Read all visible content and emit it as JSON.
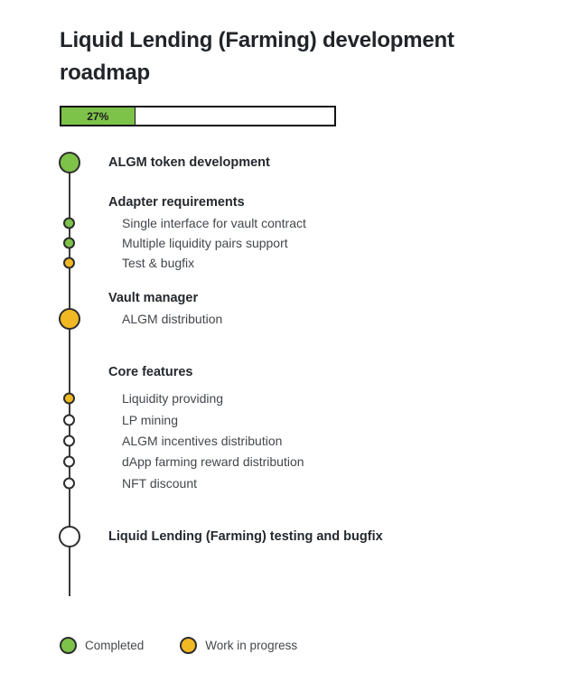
{
  "page": {
    "title": "Liquid Lending (Farming) development roadmap"
  },
  "progress": {
    "percent": 27,
    "label": "27%",
    "fill_width": "27%"
  },
  "colors": {
    "completed": "#7dc249",
    "work_in_progress": "#f0b823",
    "pending": "#ffffff",
    "line": "#3b3b3b"
  },
  "timeline": {
    "rows": [
      {
        "kind": "milestone",
        "status": "completed",
        "label": "ALGM token development"
      },
      {
        "kind": "header",
        "label": "Adapter requirements"
      },
      {
        "kind": "item",
        "status": "completed",
        "label": "Single interface for vault contract"
      },
      {
        "kind": "item",
        "status": "completed",
        "label": "Multiple liquidity pairs support"
      },
      {
        "kind": "item",
        "status": "work_in_progress",
        "label": "Test & bugfix"
      },
      {
        "kind": "header",
        "label": "Vault manager"
      },
      {
        "kind": "item_large",
        "status": "work_in_progress",
        "label": "ALGM distribution"
      },
      {
        "kind": "header",
        "label": "Core features"
      },
      {
        "kind": "item",
        "status": "work_in_progress",
        "label": "Liquidity providing"
      },
      {
        "kind": "item",
        "status": "pending",
        "label": "LP mining"
      },
      {
        "kind": "item",
        "status": "pending",
        "label": "ALGM incentives distribution"
      },
      {
        "kind": "item",
        "status": "pending",
        "label": "dApp farming reward distribution"
      },
      {
        "kind": "item",
        "status": "pending",
        "label": "NFT discount"
      },
      {
        "kind": "milestone",
        "status": "pending",
        "label": "Liquid Lending (Farming) testing and bugfix"
      }
    ]
  },
  "legend": {
    "items": [
      {
        "status": "completed",
        "label": "Completed"
      },
      {
        "status": "work_in_progress",
        "label": "Work in progress"
      }
    ]
  }
}
